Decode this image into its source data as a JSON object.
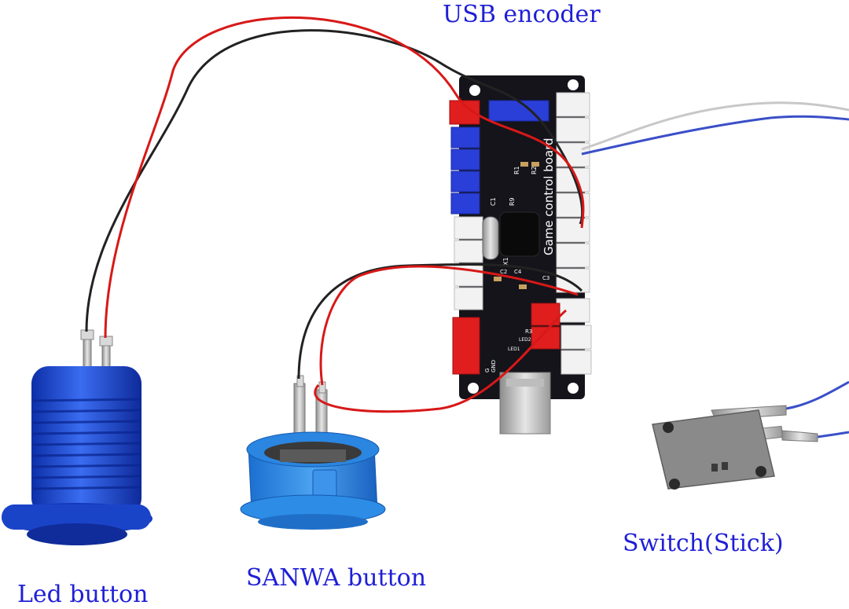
{
  "labels": {
    "usb_encoder": "USB encoder",
    "switch_stick": "Switch(Stick)",
    "sanwa_button": "SANWA button",
    "led_button": "Led button"
  },
  "pcb": {
    "title": "Game control board",
    "silkscreen": [
      "R1",
      "R2",
      "C1",
      "R9",
      "X1",
      "C2",
      "C4",
      "C3",
      "R3",
      "LED2",
      "LED1",
      "G",
      "GND"
    ]
  },
  "colors": {
    "label_text": "#1f1fd6",
    "pcb": "#14141a",
    "connector_red": "#e01e1e",
    "connector_blue": "#2a3fd8",
    "connector_white": "#f2f2f2",
    "led_button_blue": "#1f4fd8",
    "sanwa_blue": "#2b8ae6",
    "switch_grey": "#8a8a8a",
    "wire_red": "#d81818",
    "wire_black": "#222222",
    "wire_blue": "#3a4fc8"
  }
}
